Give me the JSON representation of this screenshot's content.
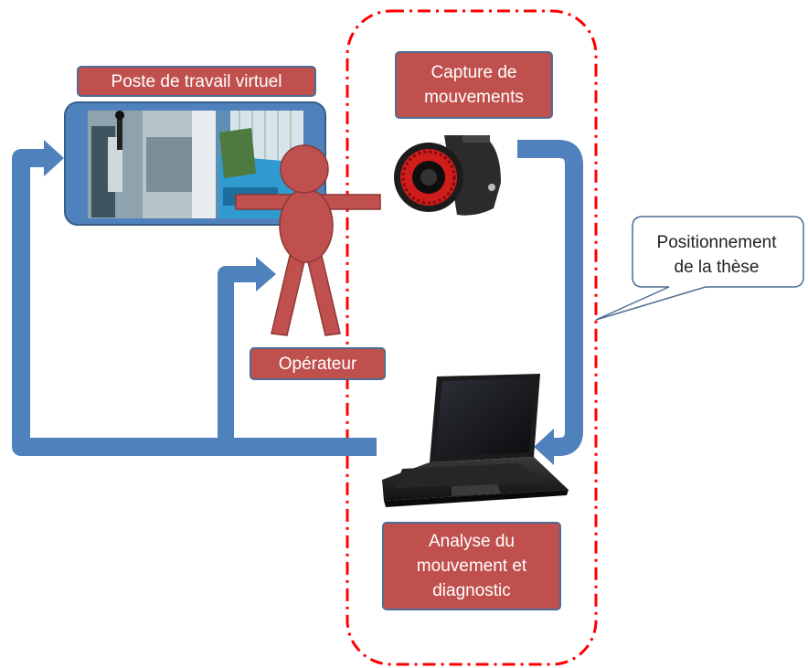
{
  "labels": {
    "workstation": "Poste de travail virtuel",
    "motion_capture": "Capture de\nmouvements",
    "operator": "Opérateur",
    "analysis": "Analyse du\nmouvement et\ndiagnostic"
  },
  "callout": {
    "text": "Positionnement\nde la thèse"
  },
  "colors": {
    "arrow": "#4f81bd",
    "label_fill": "#c0504d",
    "label_border": "#4f6d92",
    "boundary": "#ff0000",
    "operator_fill": "#c0504d",
    "operator_stroke": "#8c3836"
  },
  "images": {
    "workstation_screen": "virtual-workstation-screenshot",
    "capture_device": "motion-capture-camera",
    "laptop": "laptop-computer"
  }
}
